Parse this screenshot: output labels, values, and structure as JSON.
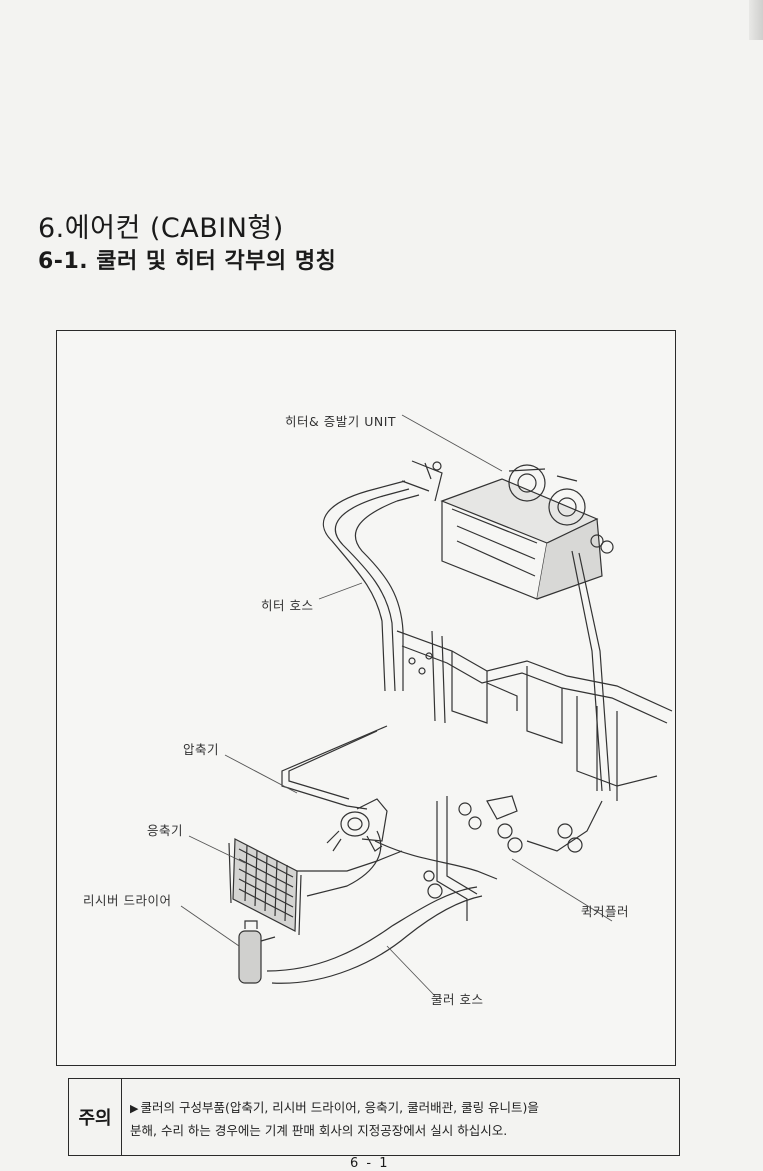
{
  "title": "6.에어컨 (CABIN형)",
  "subtitle": "6-1. 쿨러 및 히터 각부의 명칭",
  "figure": {
    "labels": {
      "heater_unit": "히터& 증발기 UNIT",
      "heater_hose": "히터 호스",
      "compressor": "압축기",
      "condenser": "응축기",
      "receiver_drier": "리시버 드라이어",
      "quick_coupler": "퀵커플러",
      "cooler_hose": "쿨러 호스"
    }
  },
  "caution": {
    "heading": "주의",
    "bullet": "▶",
    "line1": "쿨러의 구성부품(압축기, 리시버 드라이어, 응축기, 쿨러배관, 쿨링 유니트)을",
    "line2": "분해, 수리 하는 경우에는 기계 판매 회사의 지정공장에서 실시 하십시오."
  },
  "page_number": "6 - 1"
}
